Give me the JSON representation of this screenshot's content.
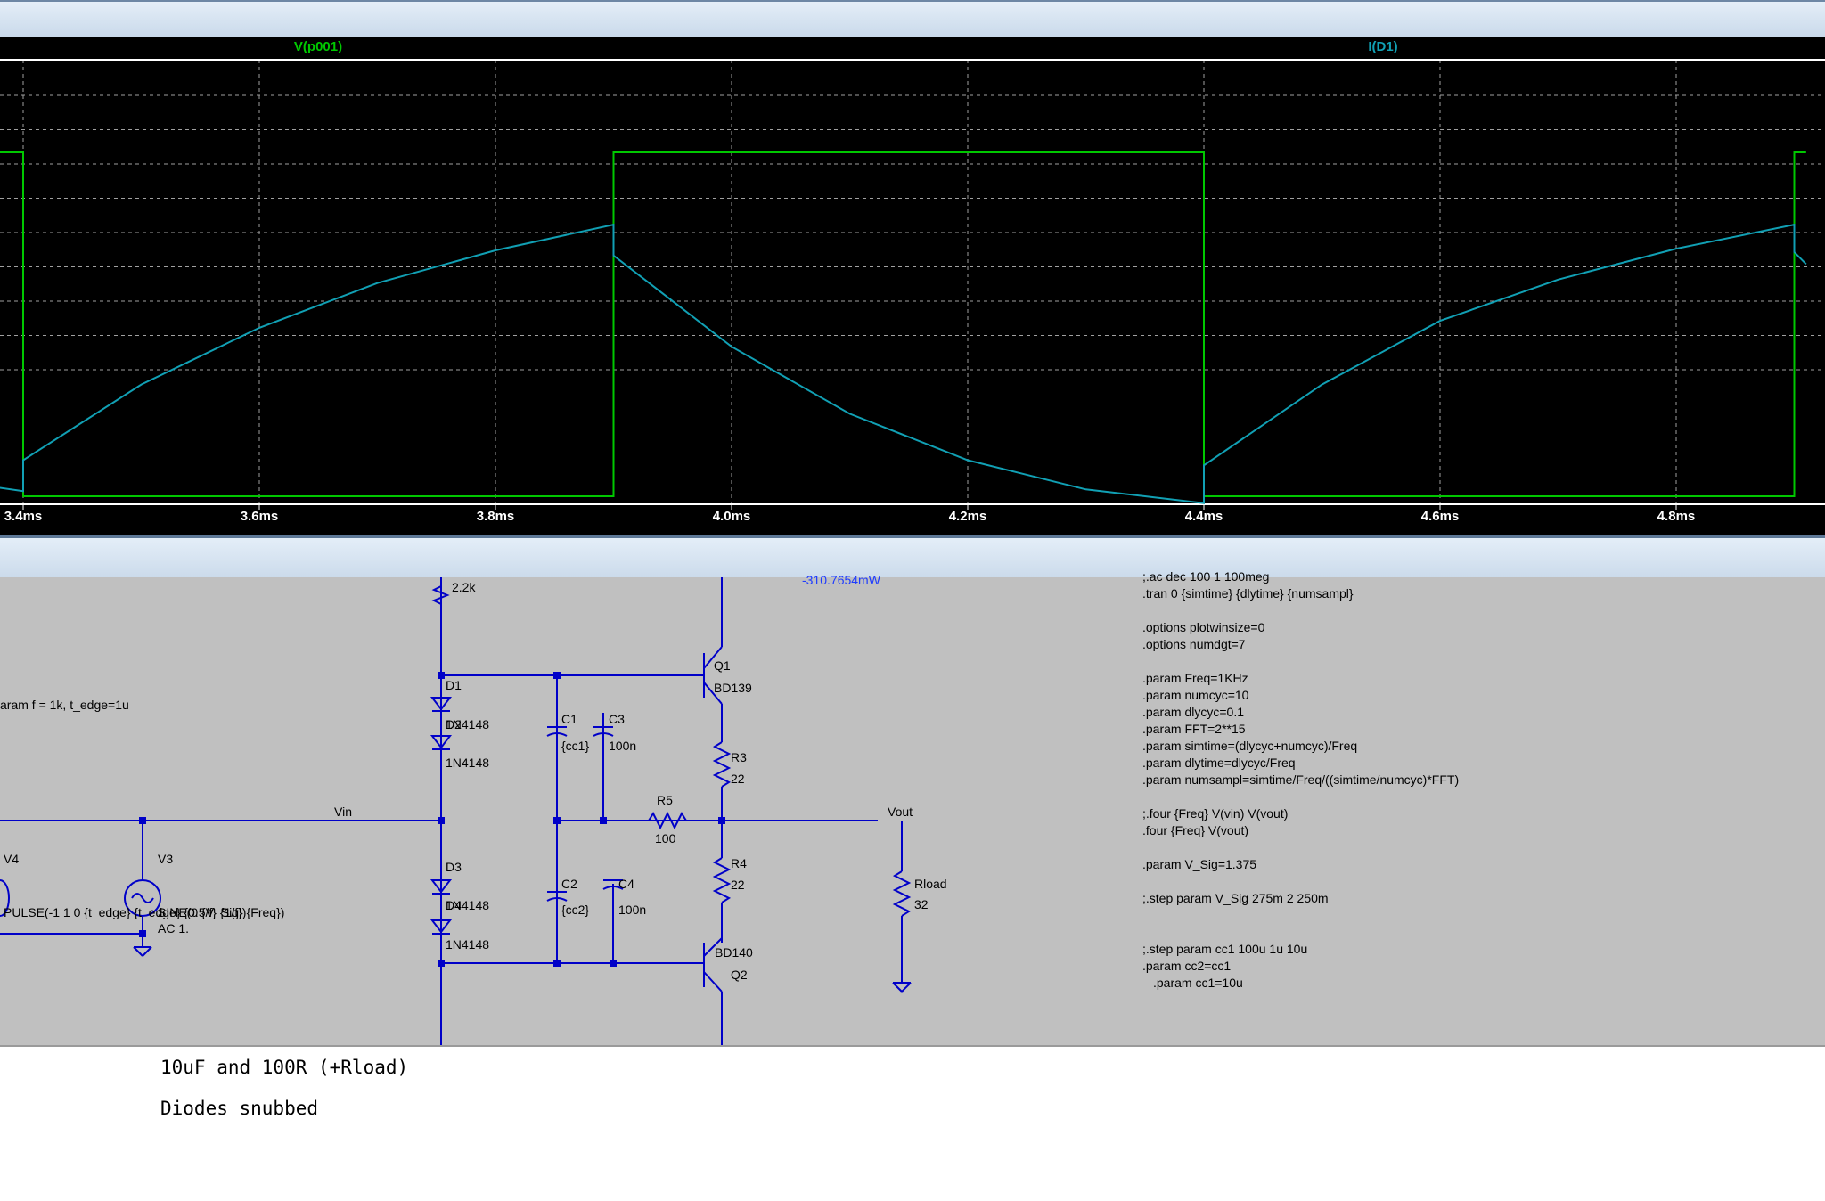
{
  "plot": {
    "traces": [
      {
        "name": "V(p001)",
        "color": "#00c800"
      },
      {
        "name": "I(D1)",
        "color": "#11a0b4"
      }
    ],
    "x_ticks": [
      "3.4ms",
      "3.6ms",
      "3.8ms",
      "4.0ms",
      "4.2ms",
      "4.4ms",
      "4.6ms",
      "4.8ms"
    ],
    "grid_color": "#a0a0a0",
    "background": "#000000"
  },
  "chart_data": {
    "type": "line",
    "xlabel": "",
    "ylabel": "",
    "x_unit": "ms",
    "xlim": [
      3.38,
      4.91
    ],
    "grid": true,
    "series": [
      {
        "name": "V(p001)",
        "x": [
          3.38,
          3.4,
          3.4,
          3.9,
          3.9,
          4.4,
          4.4,
          4.9,
          4.9,
          4.91
        ],
        "values": [
          1,
          1,
          -1,
          -1,
          1,
          1,
          -1,
          -1,
          1,
          1
        ]
      },
      {
        "name": "I(D1)",
        "x": [
          3.38,
          3.4,
          3.4,
          3.5,
          3.6,
          3.7,
          3.8,
          3.9,
          3.9,
          4.0,
          4.1,
          4.2,
          4.3,
          4.4,
          4.4,
          4.5,
          4.6,
          4.7,
          4.8,
          4.9,
          4.9,
          4.91
        ],
        "values": [
          -0.95,
          -0.97,
          -0.79,
          -0.35,
          -0.02,
          0.24,
          0.43,
          0.58,
          0.4,
          -0.13,
          -0.52,
          -0.79,
          -0.96,
          -1.04,
          -0.82,
          -0.35,
          0.02,
          0.26,
          0.44,
          0.58,
          0.42,
          0.35
        ]
      }
    ]
  },
  "schematic": {
    "partial_label_top": "2.2k",
    "partial_label_power": "-310.7654mW",
    "param_f": "aram f = 1k, t_edge=1u",
    "d1": {
      "name": "D1",
      "model_a": "1N4148",
      "model_b": "1N4148"
    },
    "d3": {
      "name": "D3",
      "model_a": "1N4148",
      "model_b": "1N4148"
    },
    "overlap_a": "D2",
    "overlap_b": "D4",
    "c1": {
      "name": "C1",
      "value": "{cc1}"
    },
    "c2": {
      "name": "C2",
      "value": "{cc2}"
    },
    "c3": {
      "name": "C3",
      "value": "100n"
    },
    "c4": {
      "name": "C4",
      "value": "100n"
    },
    "r5": {
      "name": "R5",
      "value": "100"
    },
    "r3": {
      "name": "R3",
      "value": "22"
    },
    "r4": {
      "name": "R4",
      "value": "22"
    },
    "q1": {
      "name": "Q1",
      "model": "BD139"
    },
    "q2": {
      "name": "Q2",
      "model": "BD140"
    },
    "rload": {
      "name": "Rload",
      "value": "32"
    },
    "net_vin": "Vin",
    "net_vout": "Vout",
    "v4": "V4",
    "v3": "V3",
    "v4_spec": "PULSE(-1 1 0 {t_edge} {t_edge} {0.5/f} {1/f})",
    "v3_spec": "SINE(0 {V_Sig} {Freq})",
    "v3_ac": "AC 1."
  },
  "directives": [
    ";.ac dec 100 1 100meg",
    ".tran 0 {simtime} {dlytime} {numsampl}",
    "",
    ".options plotwinsize=0",
    ".options numdgt=7",
    "",
    ".param Freq=1KHz",
    ".param numcyc=10",
    ".param dlycyc=0.1",
    ".param FFT=2**15",
    ".param simtime=(dlycyc+numcyc)/Freq",
    ".param dlytime=dlycyc/Freq",
    ".param numsampl=simtime/Freq/((simtime/numcyc)*FFT)",
    "",
    ";.four {Freq} V(vin) V(vout)",
    ".four {Freq} V(vout)",
    "",
    ".param V_Sig=1.375",
    "",
    ";.step param V_Sig 275m 2 250m",
    "",
    "",
    ";.step param cc1 100u 1u 10u",
    ".param cc2=cc1"
  ],
  "directive_extra": ".param cc1=10u",
  "notes": [
    "10uF and 100R (+Rload)",
    "Diodes snubbed"
  ]
}
